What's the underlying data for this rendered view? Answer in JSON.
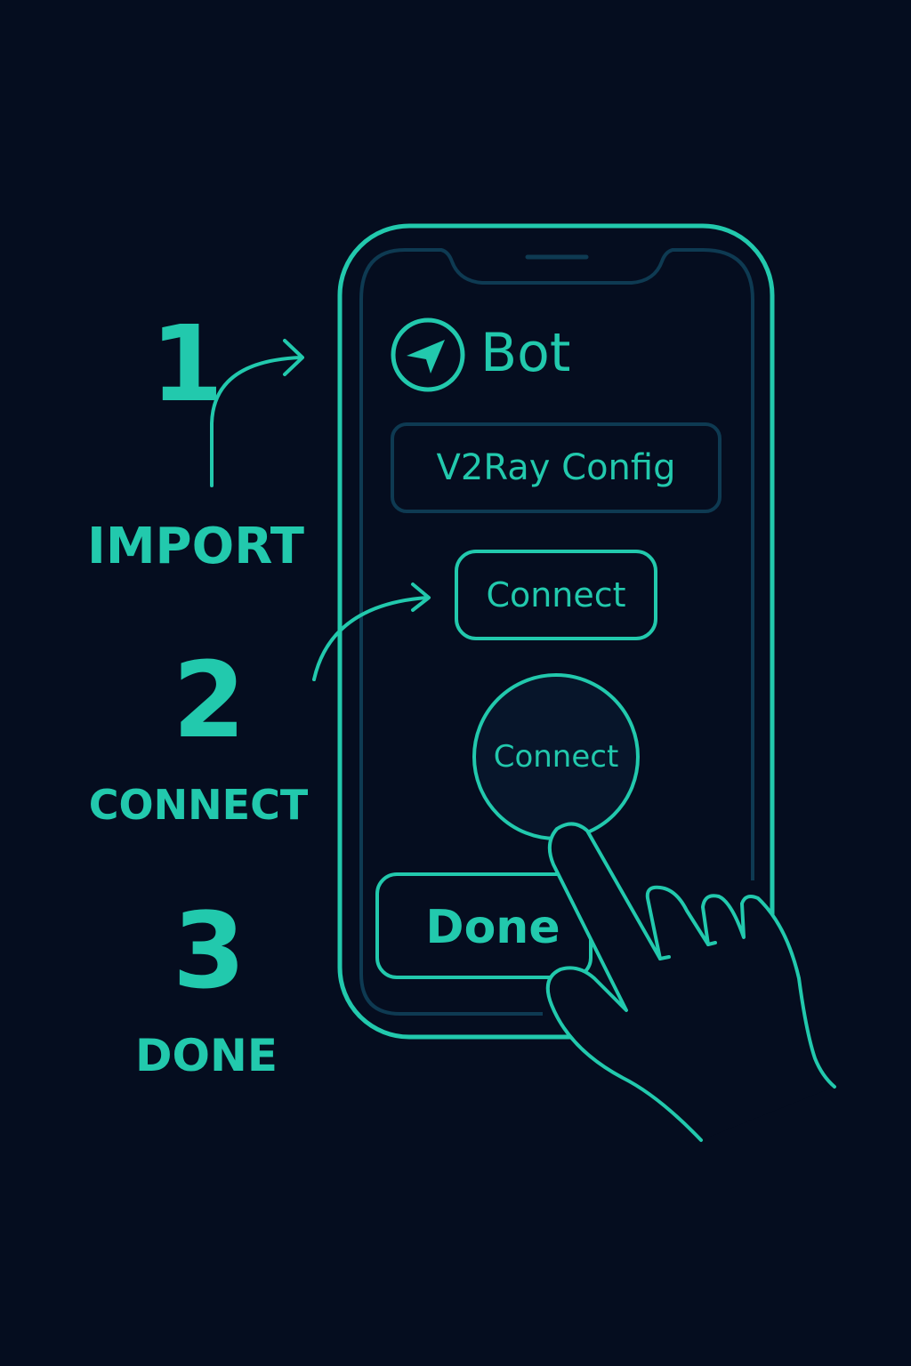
{
  "colors": {
    "background": "#050d1f",
    "accent": "#22c9ad",
    "inner_frame": "#0e3a52"
  },
  "steps": [
    {
      "number": "1",
      "label": "IMPORT"
    },
    {
      "number": "2",
      "label": "CONNECT"
    },
    {
      "number": "3",
      "label": "DONE"
    }
  ],
  "phone": {
    "app_icon": "telegram-send-icon",
    "app_title": "Bot",
    "config_field": "V2Ray Config",
    "connect_button": "Connect",
    "connect_circle_button": "Connect",
    "done_button": "Done"
  },
  "hand_icon": "pointing-hand-icon"
}
